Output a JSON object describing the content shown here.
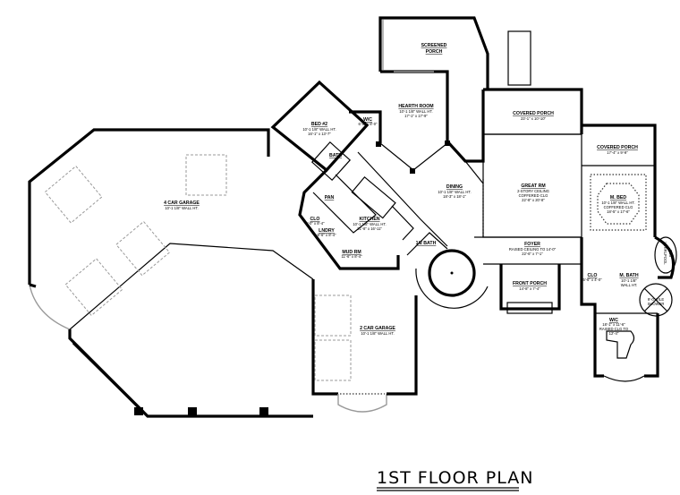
{
  "title": "1ST FLOOR PLAN",
  "rooms": {
    "screened_porch": {
      "name": "SCREENED",
      "name2": "PORCH"
    },
    "hearth_room": {
      "name": "HEARTH ROOM",
      "l1": "10'-1 1/8\" WALL HT.",
      "l2": "17'-1\" x 17'-9\""
    },
    "bed2": {
      "name": "BED #2",
      "l1": "10'-1 1/8\" WALL HT.",
      "l2": "16'-1\" x 13'-7\""
    },
    "wc_bed2": {
      "name": "W/C",
      "l1": "6'-8\" x 8'-0\""
    },
    "bath": {
      "name": "BATH"
    },
    "covered_porch_1": {
      "name": "COVERED PORCH",
      "l1": "23'-1\" x 10'-10\""
    },
    "covered_porch_2": {
      "name": "COVERED PORCH",
      "l1": "17'-4\" x 9'-9\""
    },
    "great_rm": {
      "name": "GREAT RM",
      "l1": "2-STORY CEILING",
      "l2": "COFFERED CLG",
      "l3": "22'-8\" x 20'-8\""
    },
    "m_bed": {
      "name": "M. BED",
      "l1": "10'-1 1/8\" WALL HT.",
      "l2": "COFFERED CLG",
      "l3": "18'-5\" x 17'-6\""
    },
    "dining": {
      "name": "DINING",
      "l1": "10'-1 1/8\" WALL HT.",
      "l2": "18'-3\" x 18'-1\""
    },
    "kitchen": {
      "name": "KITCHEN",
      "l1": "10'-1 1/8\" WALL HT.",
      "l2": "21'-8\" x 16'-11\""
    },
    "pan": {
      "name": "PAN"
    },
    "clo_mud": {
      "name": "CLO",
      "l1": "6'-0\" x 8'-4\""
    },
    "lndry": {
      "name": "LNDRY",
      "l1": "9'-6\" x 8'-4\""
    },
    "mud_rm": {
      "name": "MUD RM",
      "l1": "11'-6\" x 8'-4\""
    },
    "half_bath": {
      "name": "1/2 BATH"
    },
    "foyer": {
      "name": "FOYER",
      "l1": "RAISED CEILING TO 14'-0\"",
      "l2": "22'-6\" x 7'-1\""
    },
    "front_porch": {
      "name": "FRONT PORCH",
      "l1": "14'-8\" x 7'-4\""
    },
    "clo_master": {
      "name": "CLO",
      "l1": "5'-6\" x 4'-0\""
    },
    "m_bath": {
      "name": "M. BATH",
      "l1": "10'-1 1/8\"",
      "l2": "WALL HT."
    },
    "whirlpool": {
      "name": "WHIRLPOOL",
      "name2": "TUB"
    },
    "tile_shower": {
      "name": "9'-0\" TILE",
      "name2": "SHOWER"
    },
    "wic": {
      "name": "W/C",
      "l1": "18'-1\" x 11'-6\"",
      "l2": "RAISED CLG TO",
      "l3": "12'-4\""
    },
    "garage4": {
      "name": "4 CAR GARAGE",
      "l1": "10'-1 1/8\" WALL HT."
    },
    "garage2": {
      "name": "2 CAR GARAGE",
      "l1": "10'-1 1/8\" WALL HT."
    }
  }
}
